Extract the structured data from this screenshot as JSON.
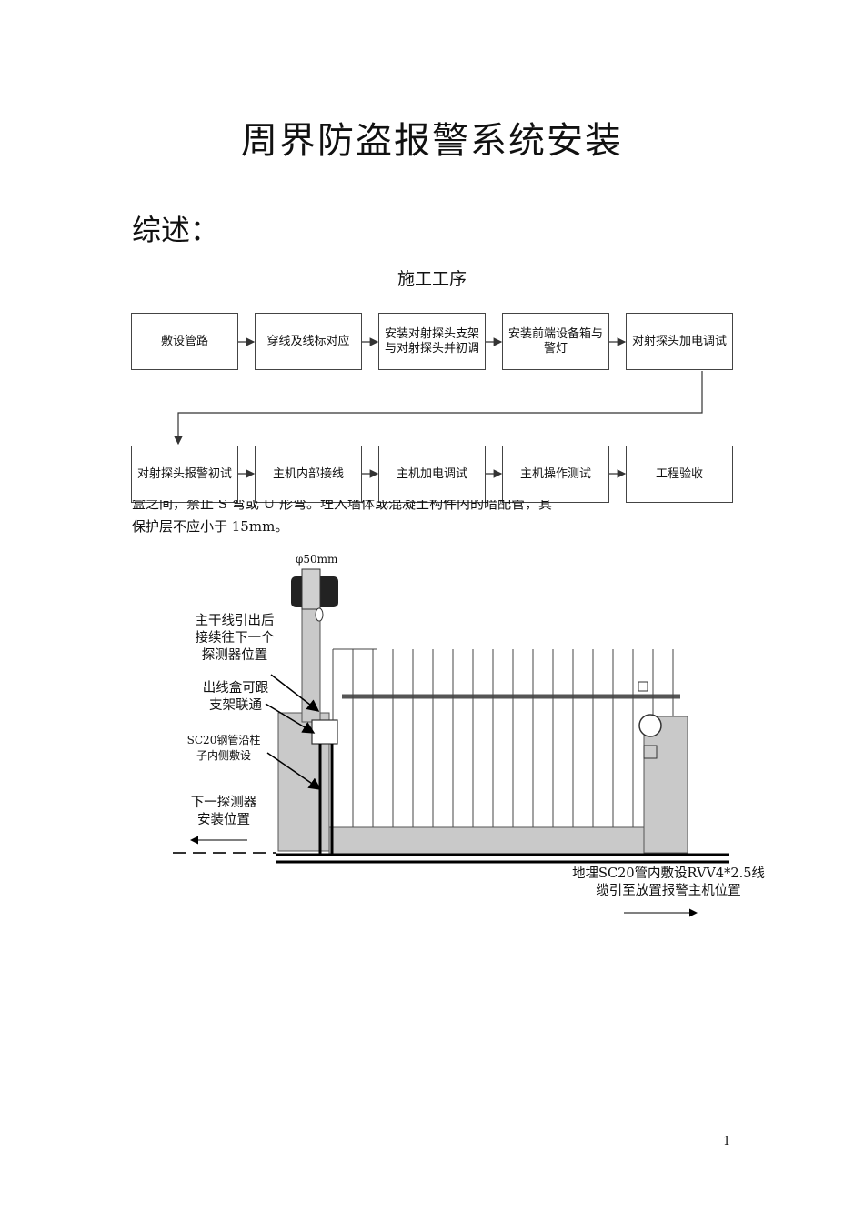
{
  "document": {
    "title": "周界防盗报警系统安装",
    "section_heading": "综述：",
    "page_number": "1"
  },
  "flowchart": {
    "title": "施工工序",
    "row1": [
      "敷设管路",
      "穿线及线标对应",
      "安装对射探头支架与对射探头并初调",
      "安装前端设备箱与警灯",
      "对射探头加电调试"
    ],
    "row2": [
      "对射探头报警初试",
      "主机内部接线",
      "主机加电调试",
      "主机操作测试",
      "工程验收"
    ]
  },
  "body_text": {
    "line1": "盒之间，禁止 S 弯或 U 形弯。埋入墙体或混凝土构件内的暗配管，其",
    "line2": "保护层不应小于 15mm。"
  },
  "diagram": {
    "pipe_diameter": "φ50mm",
    "label_trunk_line": [
      "主干线引出后",
      "接续往下一个",
      "探测器位置"
    ],
    "label_outlet_box": [
      "出线盒可跟",
      "支架联通"
    ],
    "label_steel_pipe": [
      "SC20钢管沿柱",
      "子内侧敷设"
    ],
    "label_next_detector": [
      "下一探测器",
      "安装位置"
    ],
    "label_buried_cable": [
      "地埋SC20管内敷设RVV4*2.5线",
      "缆引至放置报警主机位置"
    ]
  }
}
